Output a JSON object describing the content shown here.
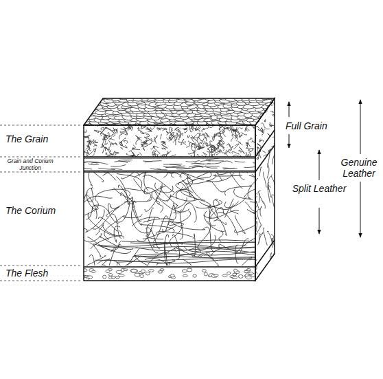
{
  "diagram": {
    "labels": [
      "The Grain",
      "Grain and Corium Junction",
      "The Corium",
      "The Flesh",
      "Full Grain",
      "Split Leather",
      "Genuine Leather"
    ]
  }
}
